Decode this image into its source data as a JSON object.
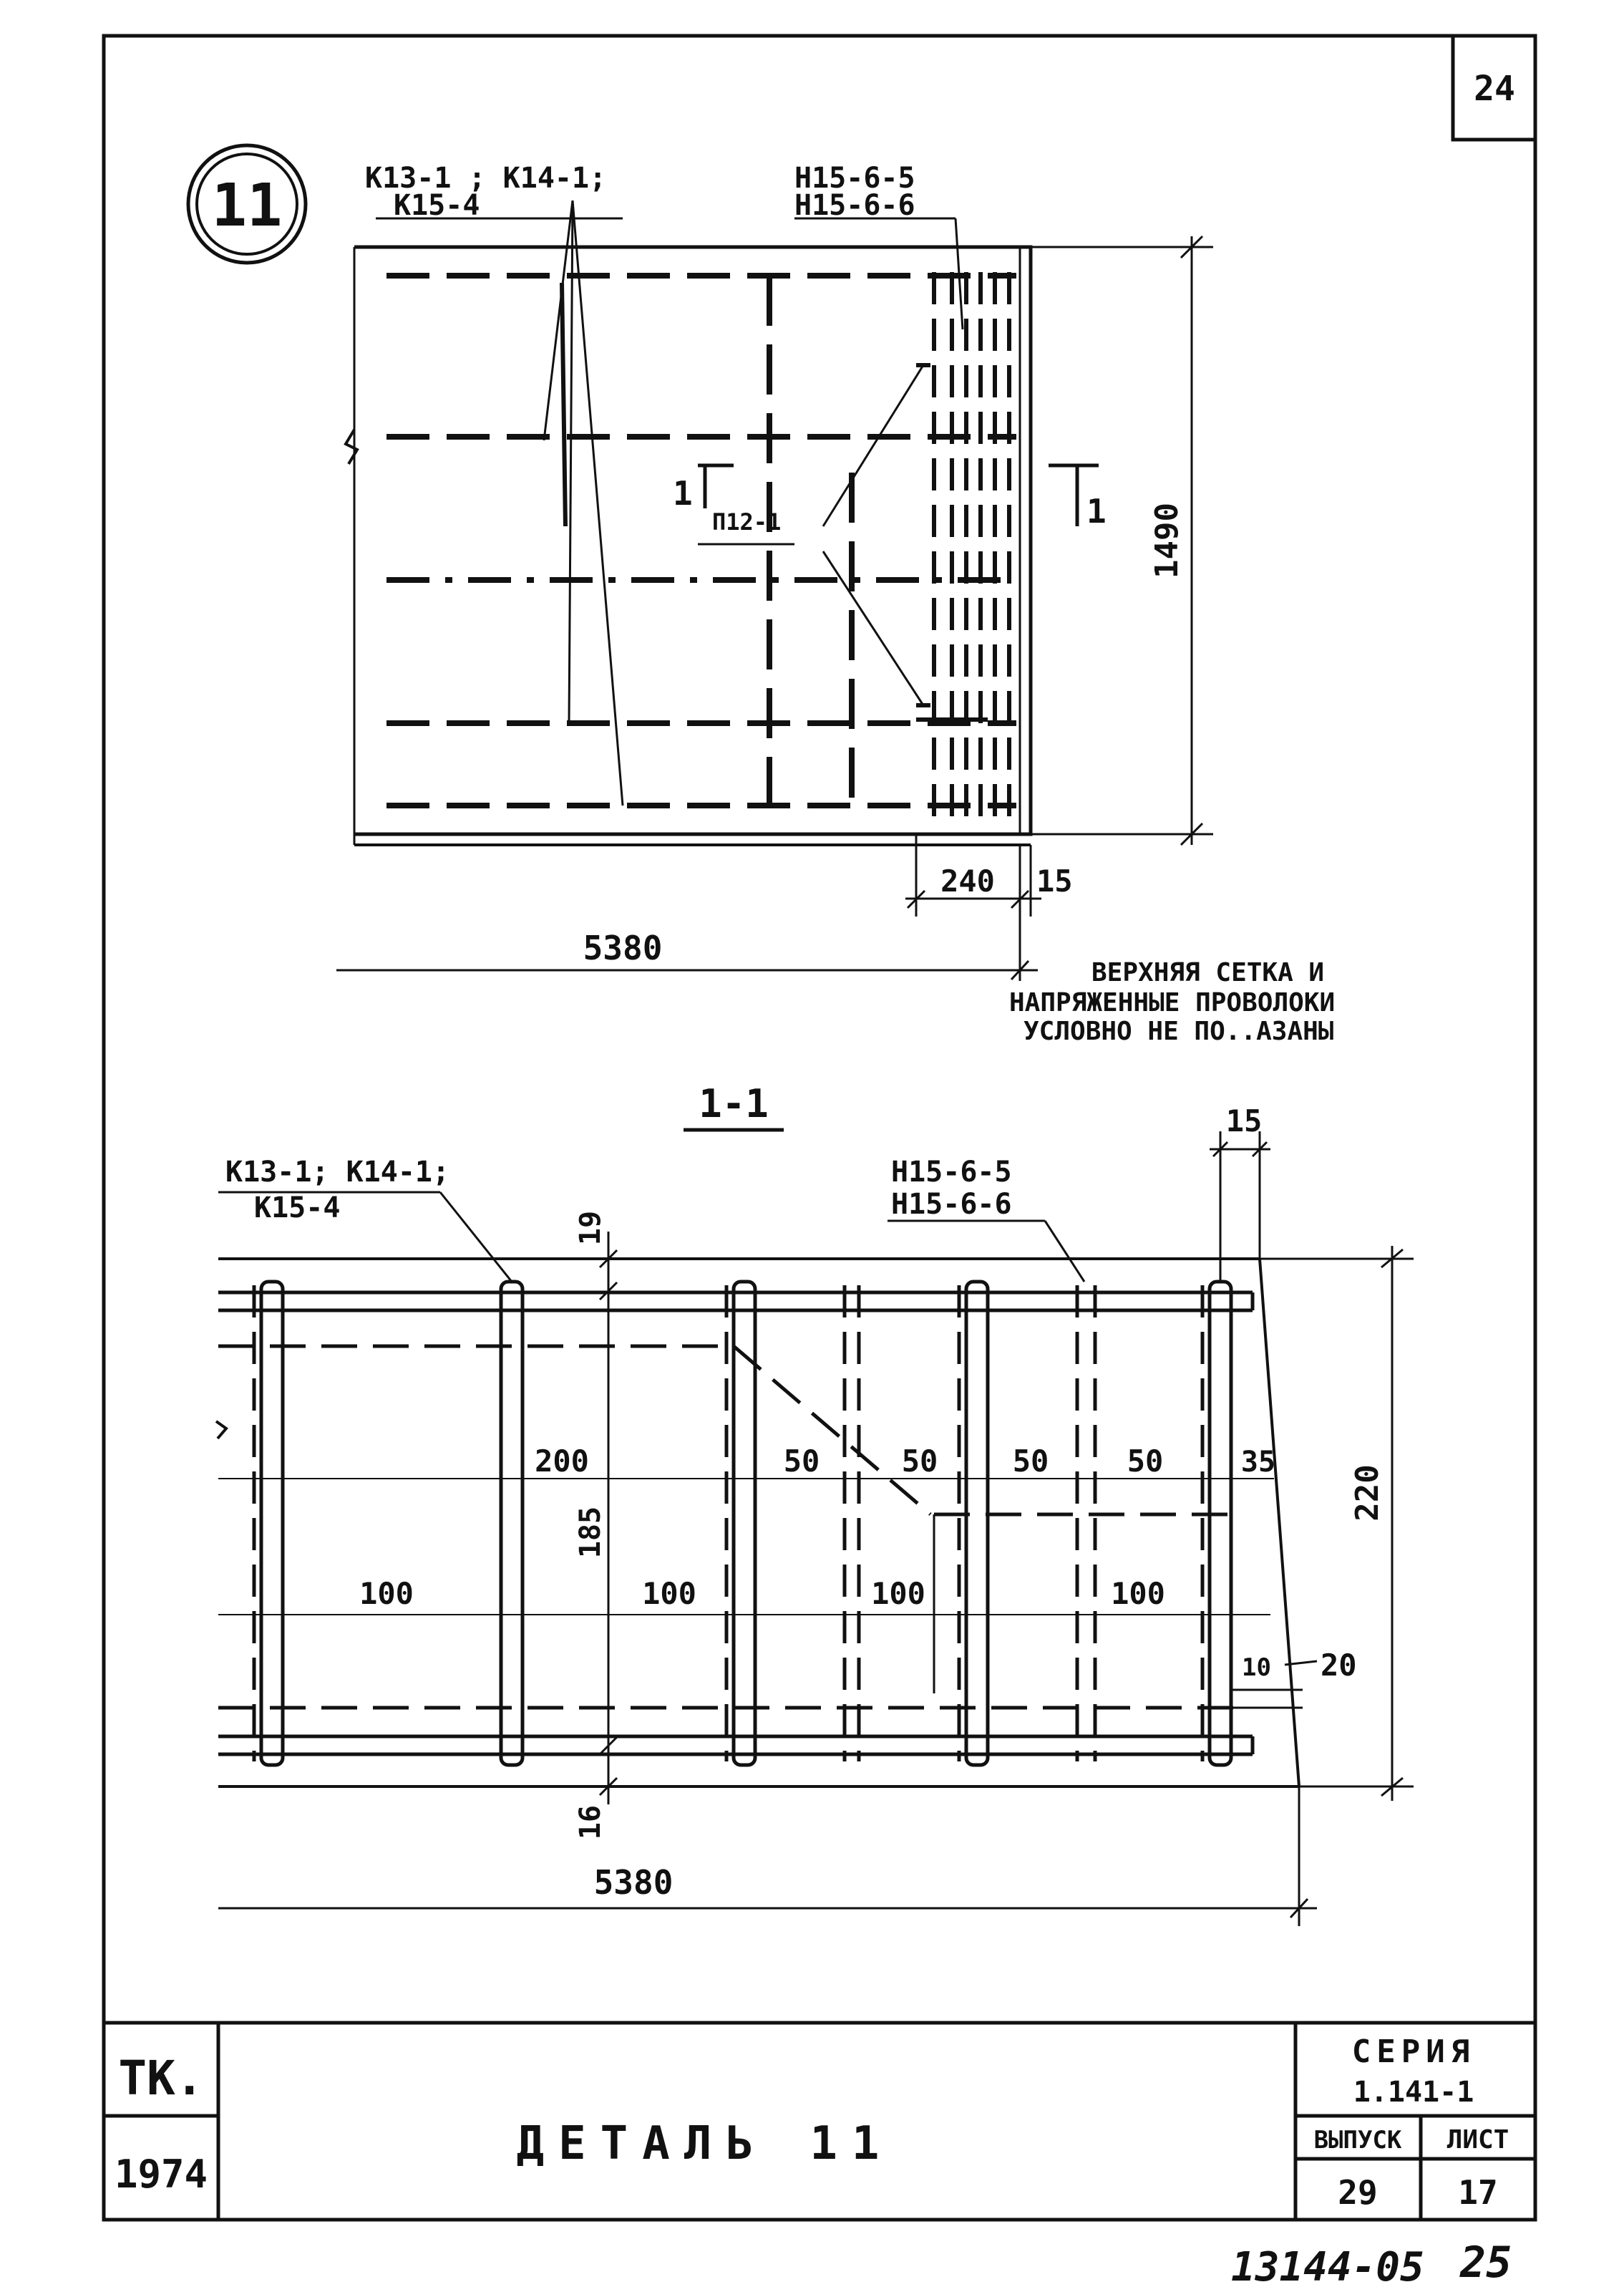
{
  "sheet": {
    "corner_page": "24",
    "detail_marker": "11",
    "bottom_stamp": "13144-05",
    "bottom_page": "25"
  },
  "plan": {
    "labels": {
      "k_left_line1": "K13-1 ; K14-1;",
      "k_left_line2": "K15-4",
      "n_line1": "H15-6-5",
      "n_line2": "H15-6-6",
      "p_label": "П12-1",
      "section_left_num": "1",
      "section_right_num": "1"
    },
    "dims": {
      "height": "1490",
      "width": "5380",
      "end_zone": "240",
      "end_gap": "15"
    },
    "note_line1": "ВЕРХНЯЯ СЕТКА И",
    "note_line2": "НАПРЯЖЕННЫЕ ПРОВОЛОКИ",
    "note_line3": "УСЛОВНО НЕ ПО..АЗАНЫ"
  },
  "section": {
    "title": "1-1",
    "labels": {
      "k_line1": "K13-1; K14-1;",
      "k_line2": "K15-4",
      "n_line1": "H15-6-5",
      "n_line2": "H15-6-6"
    },
    "dims": {
      "top_gap": "15",
      "top_cover": "19",
      "bottom_cover": "16",
      "height_inner": "185",
      "height_total": "220",
      "upper_200": "200",
      "upper_50a": "50",
      "upper_50b": "50",
      "upper_50c": "50",
      "upper_50d": "50",
      "upper_35": "35",
      "lower_100a": "100",
      "lower_100b": "100",
      "lower_100c": "100",
      "lower_100d": "100",
      "small_10": "10",
      "small_20": "20",
      "length": "5380"
    }
  },
  "title_block": {
    "org": "ТК.",
    "year": "1974",
    "title": "ДЕТАЛЬ 11",
    "series_label": "СЕРИЯ",
    "series_value": "1.141-1",
    "issue_label": "ВЫПУСК",
    "issue_value": "29",
    "sheet_label": "ЛИСТ",
    "sheet_value": "17"
  }
}
